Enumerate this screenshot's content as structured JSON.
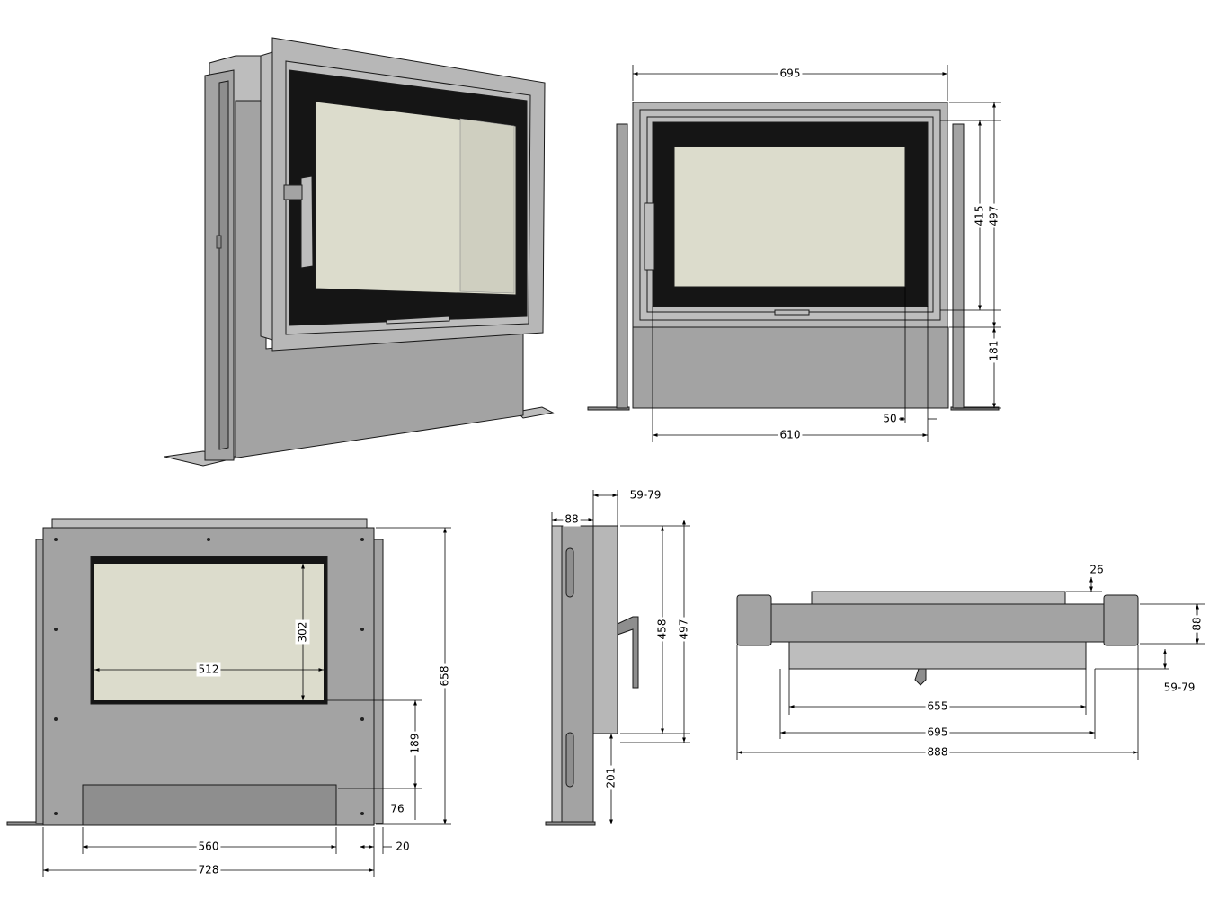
{
  "diagram": {
    "views": [
      "perspective-view",
      "front-view",
      "back-view",
      "side-view",
      "top-view"
    ],
    "colors": {
      "steel": "#a3a3a3",
      "steel_dark": "#8e8e8e",
      "steel_light": "#bdbdbd",
      "frame": "#b7b7b7",
      "glass_border": "#151515",
      "ceramic_glass": "#dcdccc",
      "line": "#000000"
    },
    "front_dims": {
      "width": "695",
      "height_total": "497",
      "height_door": "415",
      "base_height": "181",
      "inner_width": "610",
      "offset": "50"
    },
    "back_dims": {
      "height": "658",
      "opening_height": "302",
      "opening_width": "512",
      "lower_height": "189",
      "foot_height": "76",
      "plate_width": "560",
      "total_width": "728",
      "side_offset": "20"
    },
    "side_dims": {
      "depth_frame": "88",
      "depth_range": "59-79",
      "height_inner": "458",
      "height_total": "497",
      "base_height": "201"
    },
    "top_dims": {
      "frame_offset": "26",
      "depth": "88",
      "depth_range": "59-79",
      "inner_width": "655",
      "width": "695",
      "total_width": "888"
    }
  }
}
